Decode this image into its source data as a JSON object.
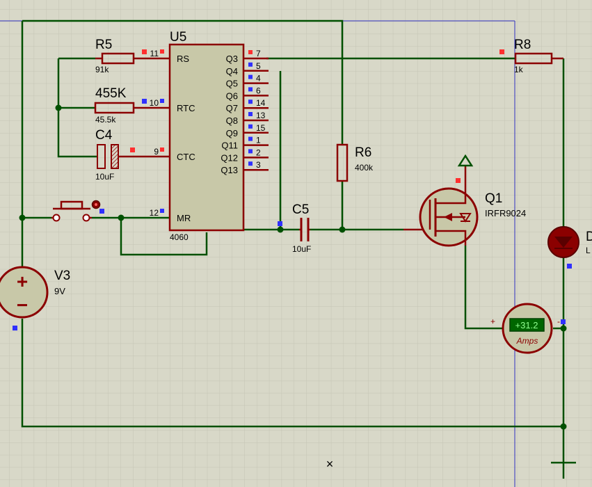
{
  "u5": {
    "ref": "U5",
    "part": "4060",
    "left_pins": [
      {
        "name": "RS",
        "num": "11"
      },
      {
        "name": "RTC",
        "num": "10"
      },
      {
        "name": "CTC",
        "num": "9"
      },
      {
        "name": "MR",
        "num": "12"
      }
    ],
    "right_pins": [
      {
        "name": "Q3",
        "num": "7"
      },
      {
        "name": "Q4",
        "num": "5"
      },
      {
        "name": "Q5",
        "num": "4"
      },
      {
        "name": "Q6",
        "num": "6"
      },
      {
        "name": "Q7",
        "num": "14"
      },
      {
        "name": "Q8",
        "num": "13"
      },
      {
        "name": "Q9",
        "num": "15"
      },
      {
        "name": "Q11",
        "num": "1"
      },
      {
        "name": "Q12",
        "num": "2"
      },
      {
        "name": "Q13",
        "num": "3"
      }
    ]
  },
  "r5": {
    "ref": "R5",
    "value": "91k"
  },
  "r_455k": {
    "ref": "455K",
    "value": "45.5k"
  },
  "c4": {
    "ref": "C4",
    "value": "10uF"
  },
  "r6": {
    "ref": "R6",
    "value": "400k"
  },
  "c5": {
    "ref": "C5",
    "value": "10uF"
  },
  "q1": {
    "ref": "Q1",
    "part": "IRFR9024"
  },
  "r8": {
    "ref": "R8",
    "value": "1k"
  },
  "v3": {
    "ref": "V3",
    "value": "9V",
    "plus": "+",
    "minus": "−"
  },
  "led": {
    "ref": "D",
    "value": "L"
  },
  "ammeter": {
    "reading": "+31.2",
    "unit": "Amps",
    "plus": "+",
    "minus": "-"
  },
  "cursor": {
    "glyph": "×"
  },
  "colors": {
    "background": "#d8d8c8",
    "grid": "#c4c4b4",
    "wire": "#005000",
    "component": "#8b0000",
    "chip_fill": "#c8c8a8",
    "meter_display": "#006600",
    "meter_text": "#90ff90",
    "pin_blue": "#3030ff",
    "pin_red": "#ff3030",
    "page_border": "#3030c0"
  }
}
